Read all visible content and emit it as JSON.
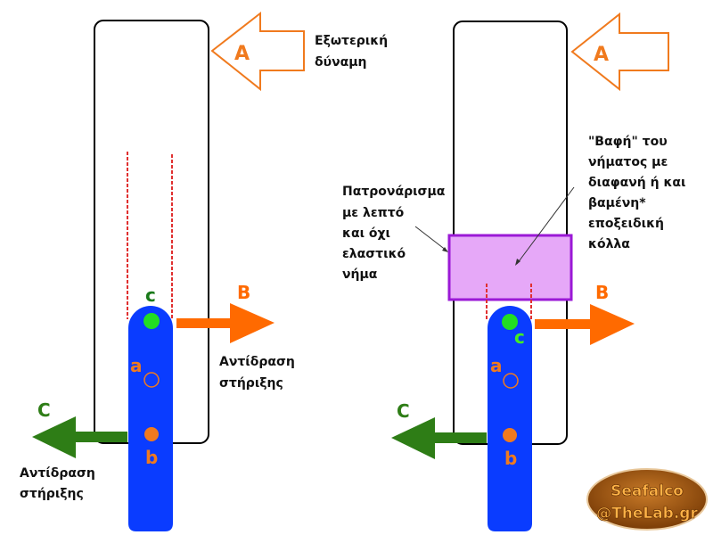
{
  "colors": {
    "outline": "#000000",
    "rod": "#0a3cff",
    "force_a": "#f07a1e",
    "force_b": "#ff6a00",
    "force_c": "#2e7d16",
    "point_c": "#22dd22",
    "point_b": "#f07a1e",
    "dashed": "#e03030",
    "glue_fill": "#e6a8f8",
    "glue_stroke": "#9b19d6",
    "logo_bg": "#a65a10",
    "logo_text": "#ffb347"
  },
  "left_panel": {
    "force_a_label": "A",
    "force_a_desc": [
      "Εξωτερική",
      "δύναμη"
    ],
    "force_b_label": "B",
    "force_b_desc": [
      "Αντίδραση",
      "στήριξης"
    ],
    "force_c_label": "C",
    "force_c_desc": [
      "Αντίδραση",
      "στήριξης"
    ],
    "point_a_label": "a",
    "point_b_label": "b",
    "point_c_label": "c"
  },
  "right_panel": {
    "force_a_label": "A",
    "force_b_label": "B",
    "force_c_label": "C",
    "point_a_label": "a",
    "point_b_label": "b",
    "point_c_label": "c",
    "thread_note": [
      "Πατρονάρισμα",
      "με λεπτό",
      "και όχι",
      "ελαστικό",
      "νήμα"
    ],
    "glue_note": [
      "\"Βαφή\" του",
      "νήματος με",
      "διαφανή ή και",
      "βαμένη*",
      "εποξειδική",
      "κόλλα"
    ]
  },
  "logo": {
    "line1": "Seafalco",
    "line2": "@TheLab.gr"
  }
}
